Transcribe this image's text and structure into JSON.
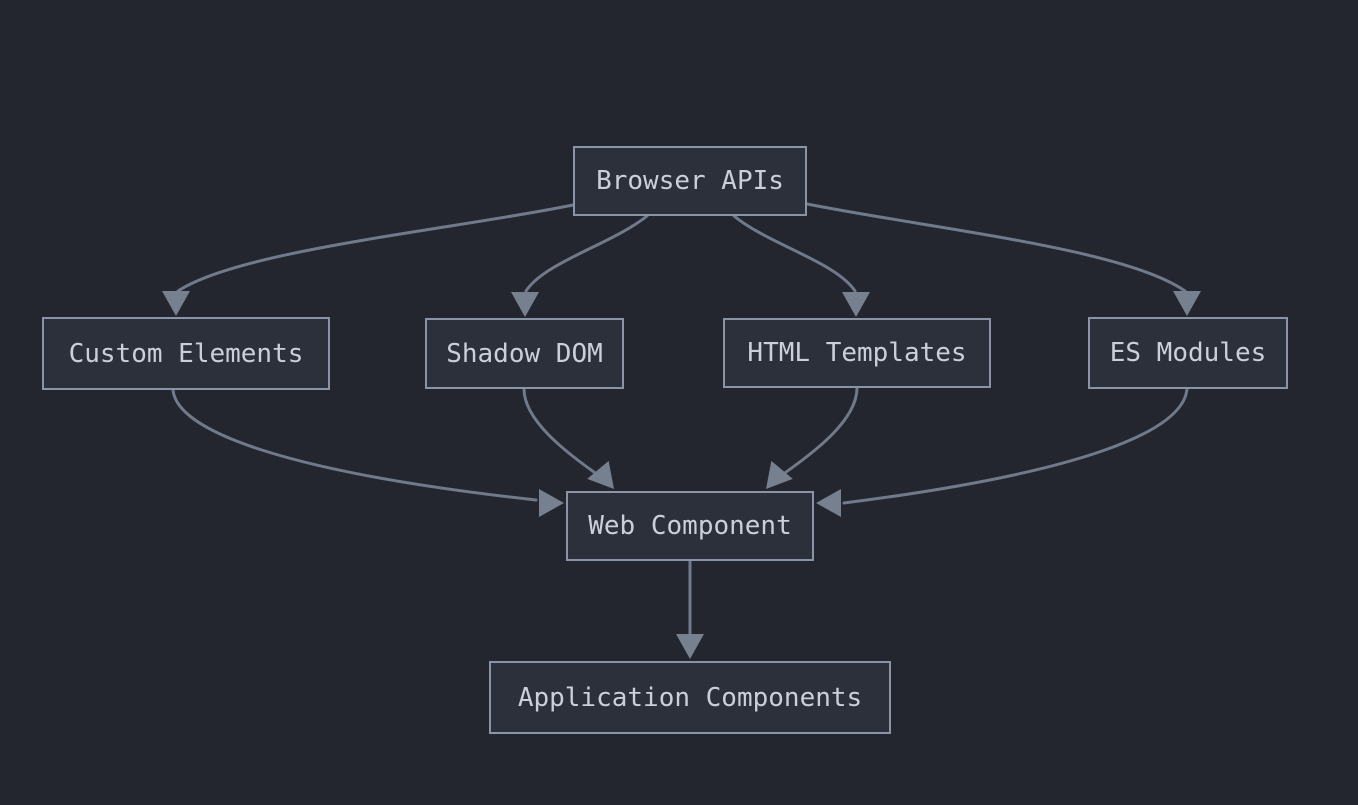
{
  "diagram": {
    "type": "flowchart",
    "direction": "top-down",
    "nodes": [
      {
        "id": "browser-apis",
        "label": "Browser APIs"
      },
      {
        "id": "custom-elements",
        "label": "Custom Elements"
      },
      {
        "id": "shadow-dom",
        "label": "Shadow DOM"
      },
      {
        "id": "html-templates",
        "label": "HTML Templates"
      },
      {
        "id": "es-modules",
        "label": "ES Modules"
      },
      {
        "id": "web-component",
        "label": "Web Component"
      },
      {
        "id": "application-components",
        "label": "Application Components"
      }
    ],
    "edges": [
      {
        "from": "Browser APIs",
        "to": "Custom Elements"
      },
      {
        "from": "Browser APIs",
        "to": "Shadow DOM"
      },
      {
        "from": "Browser APIs",
        "to": "HTML Templates"
      },
      {
        "from": "Browser APIs",
        "to": "ES Modules"
      },
      {
        "from": "Custom Elements",
        "to": "Web Component"
      },
      {
        "from": "Shadow DOM",
        "to": "Web Component"
      },
      {
        "from": "HTML Templates",
        "to": "Web Component"
      },
      {
        "from": "ES Modules",
        "to": "Web Component"
      },
      {
        "from": "Web Component",
        "to": "Application Components"
      }
    ],
    "colors": {
      "background": "#23262e",
      "node_fill": "#2c303a",
      "node_border": "#8b94a6",
      "node_text": "#cad0d9",
      "edge": "#707a8b",
      "arrowhead": "#76808f"
    }
  }
}
